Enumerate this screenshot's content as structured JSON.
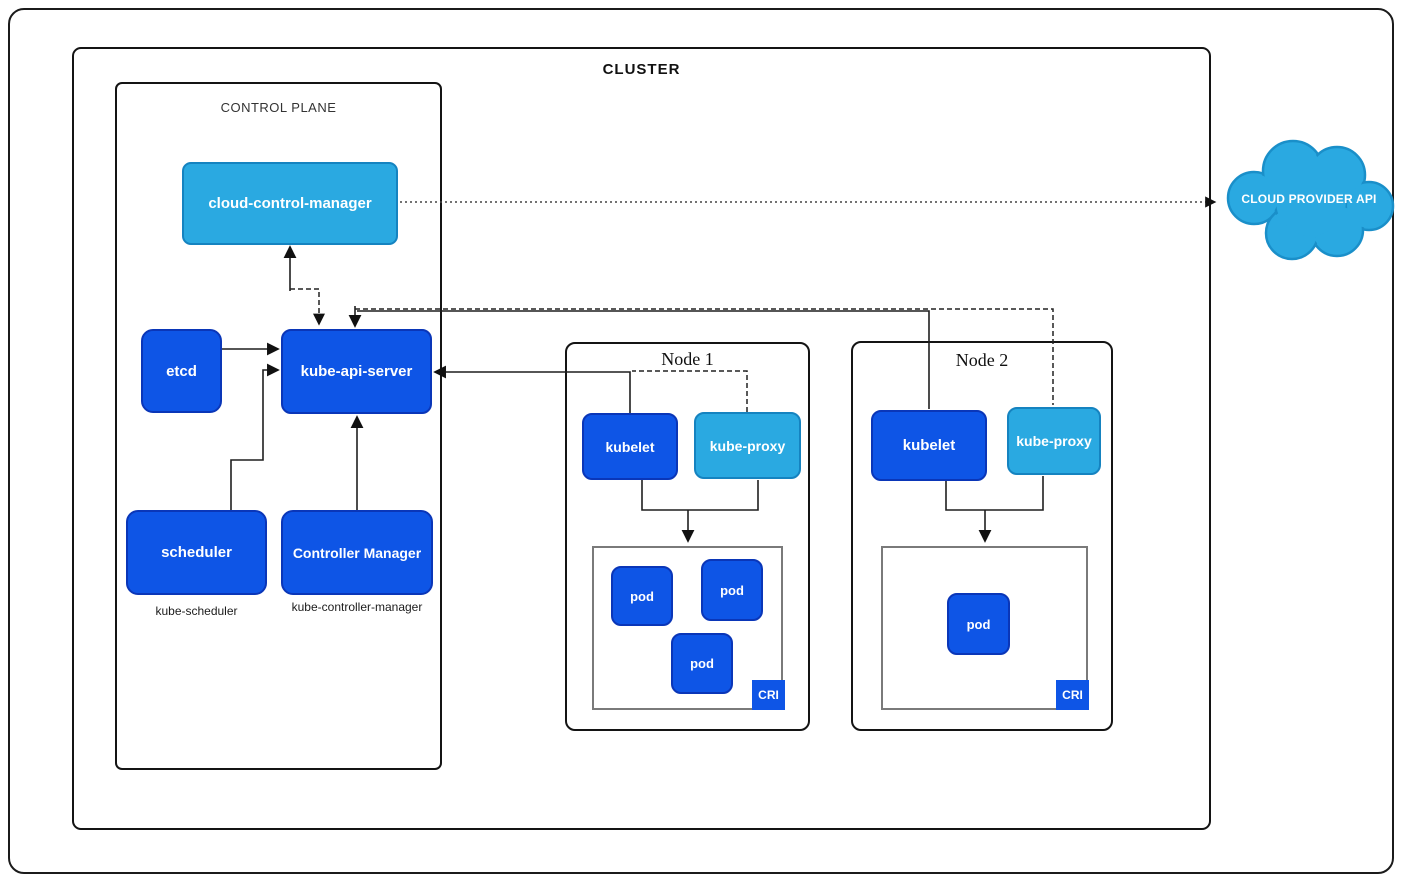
{
  "cluster_label": "CLUSTER",
  "control_plane": {
    "label": "CONTROL PLANE",
    "cloud_control_manager": "cloud-control-manager",
    "etcd": "etcd",
    "api_server": "kube-api-server",
    "scheduler": "scheduler",
    "scheduler_alias": "kube-scheduler",
    "controller_manager": "Controller Manager",
    "controller_manager_alias": "kube-controller-manager"
  },
  "nodes": [
    {
      "title": "Node 1",
      "kubelet_label": "kubelet",
      "kube_proxy_label": "kube-proxy",
      "pods": [
        "pod",
        "pod",
        "pod"
      ],
      "cri_label": "CRI"
    },
    {
      "title": "Node 2",
      "kubelet_label": "kubelet",
      "kube_proxy_label": "kube-proxy",
      "pods": [
        "pod"
      ],
      "cri_label": "CRI"
    }
  ],
  "cloud": {
    "label": "CLOUD PROVIDER API"
  },
  "colors": {
    "component_dark_blue": "#0e55e6",
    "component_dark_border": "#0a36b8",
    "component_light_blue": "#2aa9e1",
    "component_light_border": "#1583c0",
    "cri_box_border_gray": "#7a7a7a",
    "line_black": "#1f1f1f",
    "cloud_fill": "#2aa9e1"
  }
}
